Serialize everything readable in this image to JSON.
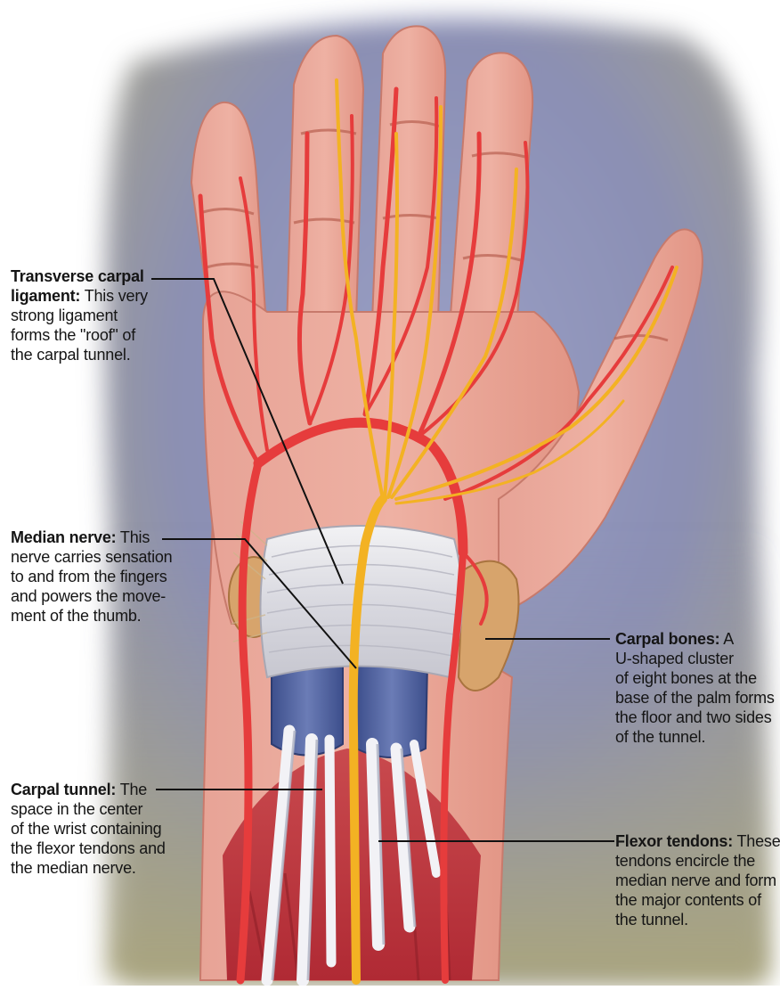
{
  "labels": {
    "transverse_ligament": {
      "lines": [
        "Transverse carpal",
        "ligament:",
        "This very",
        "strong ligament",
        "forms the \"roof\" of",
        "the carpal tunnel."
      ]
    },
    "median_nerve": {
      "lines": [
        "Median nerve:",
        "This",
        "nerve carries sensation",
        "to and from the fingers",
        "and powers the move-",
        "ment of the thumb."
      ]
    },
    "carpal_tunnel": {
      "lines": [
        "Carpal tunnel:",
        "The",
        "space in the center",
        "of the wrist containing",
        "the flexor tendons and",
        "the median nerve."
      ]
    },
    "carpal_bones": {
      "lines": [
        "Carpal bones:",
        "A",
        "U-shaped cluster",
        "of eight bones at the",
        "base of the palm forms",
        "the floor and two sides",
        "of the tunnel."
      ]
    },
    "flexor_tendons": {
      "lines": [
        "Flexor tendons:",
        "These",
        "tendons encircle the",
        "median nerve and form",
        "the major contents of",
        "the tunnel."
      ]
    }
  },
  "colors": {
    "background_blue": "#7f86b4",
    "background_olive": "#a8a480",
    "skin": "#e49a8c",
    "artery": "#e8423f",
    "nerve": "#f0b020",
    "ligament": "#e4e4ea",
    "tendon_sheath": "#50629e",
    "tendon": "#e8e8ec",
    "muscle": "#c8323a",
    "carpal_bone": "#d8a872",
    "leader_line": "#111111"
  }
}
